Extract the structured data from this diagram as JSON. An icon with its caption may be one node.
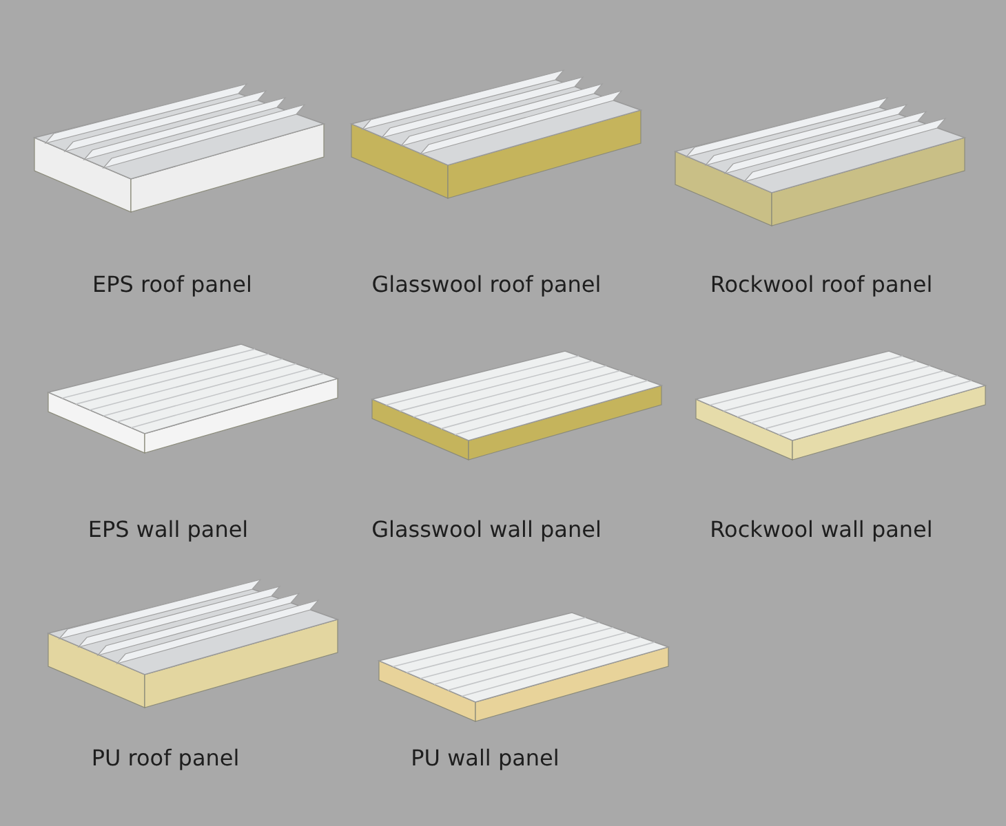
{
  "diagram": {
    "labels": [
      "EPS roof panel",
      "Glasswool roof panel",
      "Rockwool roof panel",
      "EPS wall panel",
      "Glasswool wall panel",
      "Rockwool wall panel",
      "PU roof panel",
      "PU wall panel"
    ]
  }
}
